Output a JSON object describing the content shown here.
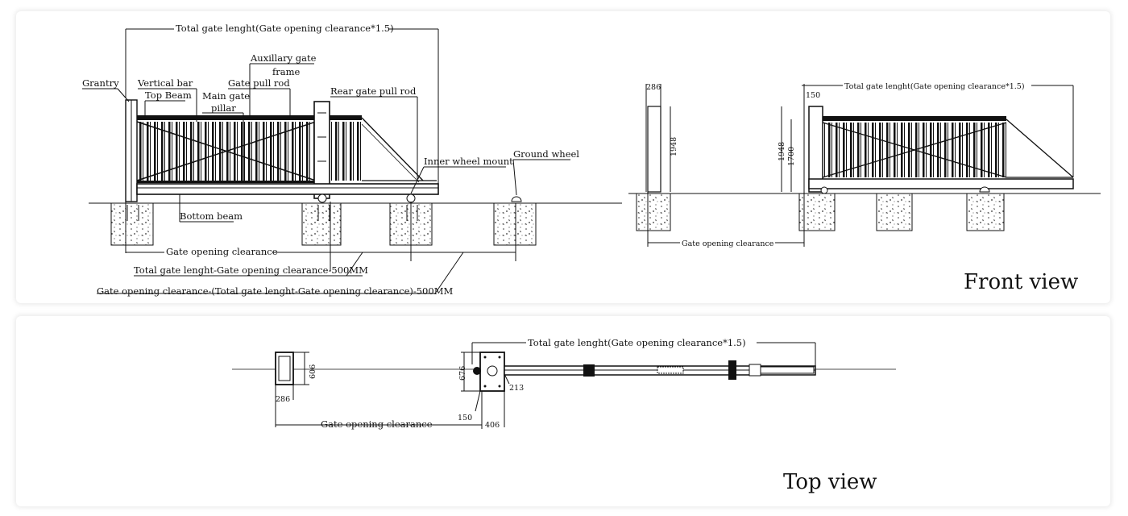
{
  "front_panel": {
    "labels": {
      "total_gate_length": "Total gate lenght(Gate opening clearance*1.5)",
      "auxiliary_gate_frame_1": "Auxillary gate",
      "auxiliary_gate_frame_2": "frame",
      "grantry": "Grantry",
      "vertical_bar": "Vertical bar",
      "gate_pull_rod": "Gate pull rod",
      "top_beam": "Top Beam",
      "main_gate_pillar_1": "Main gate",
      "main_gate_pillar_2": "pillar",
      "rear_gate_pull_rod": "Rear gate pull rod",
      "inner_wheel_mount": "Inner wheel mount",
      "ground_wheel": "Ground wheel",
      "bottom_beam": "Bottom beam",
      "gate_opening_clearance": "Gate opening clearance",
      "formula_1": "Total gate lenght-Gate opening clearance-500MM",
      "formula_2": "Gate opening clearance-(Total gate lenght-Gate opening clearance)-500MM"
    },
    "side": {
      "dim_286": "286",
      "dim_1948_left": "1948",
      "dim_150": "150",
      "dim_1948_right": "1948",
      "dim_1700": "1700",
      "total_gate_length": "Total gate lenght(Gate opening clearance*1.5)",
      "gate_opening_clearance": "Gate opening clearance"
    },
    "view_title": "Front view"
  },
  "top_panel": {
    "dim_606": "606",
    "dim_286": "286",
    "dim_676": "676",
    "dim_213": "213",
    "dim_150": "150",
    "dim_406": "406",
    "total_gate_length": "Total gate lenght(Gate opening clearance*1.5)",
    "gate_opening_clearance": "Gate opening clearance",
    "view_title": "Top view"
  }
}
